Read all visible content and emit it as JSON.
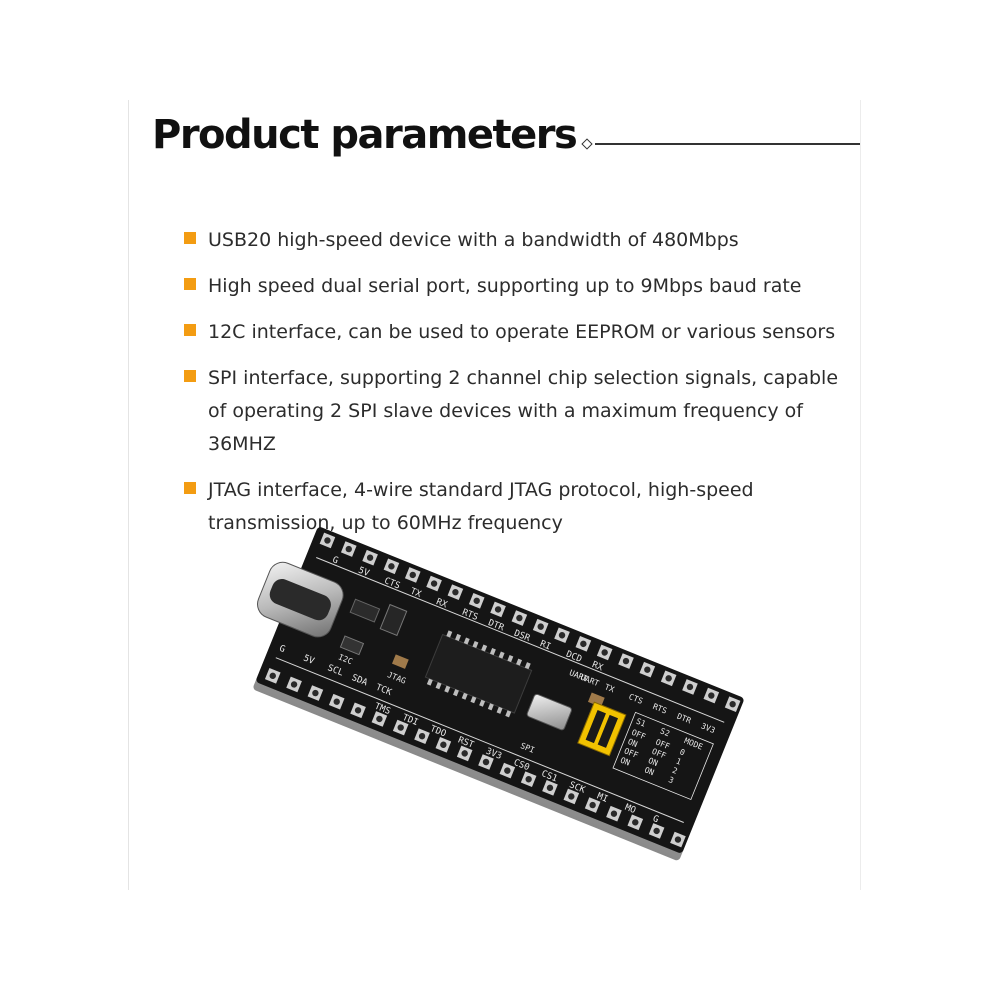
{
  "page": {
    "title": "Product parameters"
  },
  "features": [
    {
      "text": "USB20 high-speed device with a bandwidth of 480Mbps"
    },
    {
      "text": "High speed dual serial port, supporting up to 9Mbps baud rate"
    },
    {
      "text": "12C interface, can be used to operate EEPROM or various sensors"
    },
    {
      "text": "SPI interface, supporting 2 channel chip selection signals, capable\nof operating 2 SPI slave devices with a maximum frequency of 36MHZ"
    },
    {
      "text": "JTAG interface, 4-wire standard JTAG protocol, high-speed\ntransmission, up to 60MHz frequency"
    }
  ],
  "board": {
    "top_row_labels": [
      "G",
      "5V",
      "CTS",
      "TX",
      "RX",
      "RTS",
      "DTR",
      "DSR",
      "RI",
      "DCD",
      "RX"
    ],
    "left_labels": [
      "G",
      "5V",
      "SCL",
      "SDA",
      "TCK"
    ],
    "bottom_row_labels": [
      "TMS",
      "TDI",
      "TDO",
      "RST",
      "3V3",
      "CS0",
      "CS1",
      "SCK",
      "MI",
      "MO",
      "G"
    ],
    "right_labels": [
      "UART",
      "TX",
      "CTS",
      "RTS",
      "DTR",
      "3V3"
    ],
    "section_labels": [
      "I2C",
      "JTAG",
      "UART",
      "SPI"
    ],
    "mode_table": {
      "headers": [
        "S1",
        "S2",
        "MODE"
      ],
      "rows": [
        [
          "OFF",
          "OFF",
          "0"
        ],
        [
          "ON",
          "OFF",
          "1"
        ],
        [
          "OFF",
          "ON",
          "2"
        ],
        [
          "ON",
          "ON",
          "3"
        ]
      ]
    }
  },
  "colors": {
    "bullet": "#f39c12",
    "pcb": "#151515",
    "silkscreen": "#e8e8e8",
    "dip_switch": "#f2c200"
  }
}
